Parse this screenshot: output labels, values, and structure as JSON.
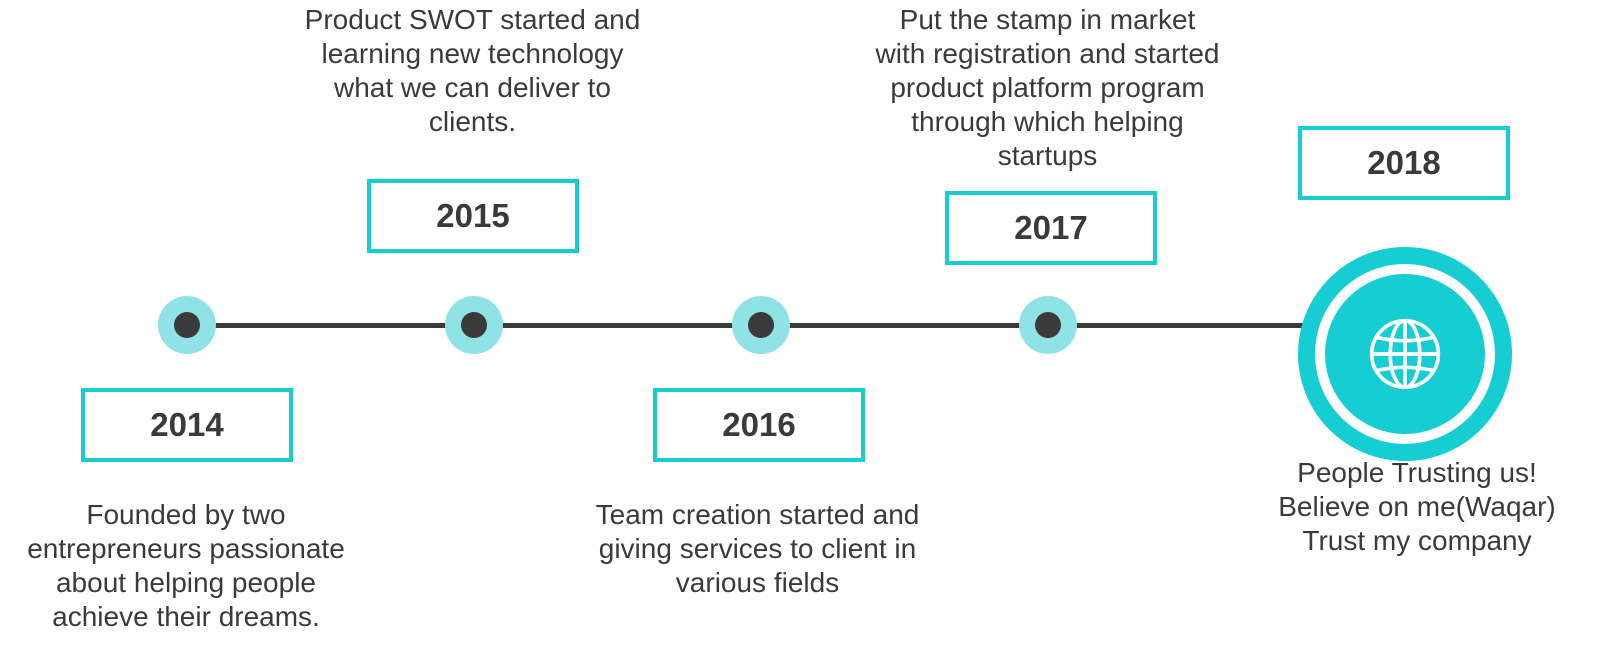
{
  "colors": {
    "accent": "#16cdd3",
    "accent_light": "#8fe3e6",
    "line": "#3a3a3a",
    "text": "#3a3a3a"
  },
  "milestones": [
    {
      "year": "2014",
      "description": "Founded by two\nentrepreneurs passionate\nabout helping people\nachieve their dreams."
    },
    {
      "year": "2015",
      "description": "Product SWOT started and\nlearning new technology\nwhat we can deliver to\nclients."
    },
    {
      "year": "2016",
      "description": "Team creation started and\ngiving services to client in\nvarious fields"
    },
    {
      "year": "2017",
      "description": "Put the stamp in market\nwith registration and started\nproduct platform program\nthrough which helping\nstartups"
    },
    {
      "year": "2018",
      "description": "People Trusting us!\nBelieve on me(Waqar)\nTrust my company",
      "icon": "globe-icon"
    }
  ]
}
